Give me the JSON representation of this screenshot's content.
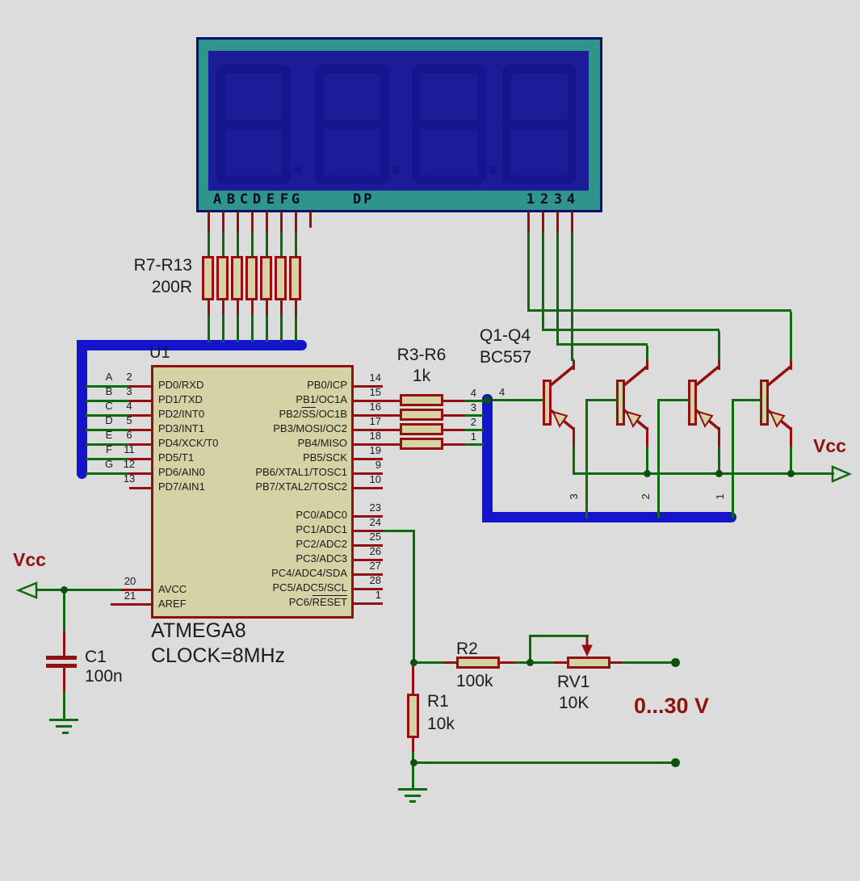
{
  "colors": {
    "background": "#dcdcdc",
    "wire_green": "#0d6b0d",
    "pin_red": "#941010",
    "component_fill": "#d5d2a6",
    "component_outline": "#941010",
    "bus_blue": "#1414cd",
    "display_frame": "#2e948c",
    "display_face": "#1c1c98",
    "display_ghost": "#15158d",
    "display_border": "#0b0b72",
    "display_text": "#0c0c20",
    "junction_green": "#0a520a",
    "label_black": "#1b1b1b",
    "power_red": "#8f1212"
  },
  "display": {
    "segment_labels": [
      "A",
      "B",
      "C",
      "D",
      "E",
      "F",
      "G"
    ],
    "dp_label": "DP",
    "digit_labels": [
      "1",
      "2",
      "3",
      "4"
    ],
    "digit_count": 4
  },
  "resistor_network": {
    "ref": "R7-R13",
    "value": "200R",
    "count": 7
  },
  "chip": {
    "ref": "U1",
    "part": "ATMEGA8",
    "clock": "CLOCK=8MHz",
    "left_pins": [
      {
        "num": "2",
        "name": "PD0/RXD",
        "net": "A"
      },
      {
        "num": "3",
        "name": "PD1/TXD",
        "net": "B"
      },
      {
        "num": "4",
        "name": "PD2/INT0",
        "net": "C"
      },
      {
        "num": "5",
        "name": "PD3/INT1",
        "net": "D"
      },
      {
        "num": "6",
        "name": "PD4/XCK/T0",
        "net": "E"
      },
      {
        "num": "11",
        "name": "PD5/T1",
        "net": "F"
      },
      {
        "num": "12",
        "name": "PD6/AIN0",
        "net": "G"
      },
      {
        "num": "13",
        "name": "PD7/AIN1",
        "net": ""
      }
    ],
    "power_pins": [
      {
        "num": "20",
        "name": "AVCC"
      },
      {
        "num": "21",
        "name": "AREF"
      }
    ],
    "right_pins_top": [
      {
        "num": "14",
        "name": "PB0/ICP"
      },
      {
        "num": "15",
        "name": "PB1/OC1A"
      },
      {
        "num": "16",
        "name": "PB2/[SS]/OC1B"
      },
      {
        "num": "17",
        "name": "PB3/MOSI/OC2"
      },
      {
        "num": "18",
        "name": "PB4/MISO"
      },
      {
        "num": "19",
        "name": "PB5/SCK"
      },
      {
        "num": "9",
        "name": "PB6/XTAL1/TOSC1"
      },
      {
        "num": "10",
        "name": "PB7/XTAL2/TOSC2"
      }
    ],
    "right_pins_bottom": [
      {
        "num": "23",
        "name": "PC0/ADC0"
      },
      {
        "num": "24",
        "name": "PC1/ADC1"
      },
      {
        "num": "25",
        "name": "PC2/ADC2"
      },
      {
        "num": "26",
        "name": "PC3/ADC3"
      },
      {
        "num": "27",
        "name": "PC4/ADC4/SDA"
      },
      {
        "num": "28",
        "name": "PC5/ADC5/SCL"
      },
      {
        "num": "1",
        "name": "PC6/[RESET]"
      }
    ]
  },
  "driver": {
    "resistors_ref": "R3-R6",
    "resistors_value": "1k",
    "transistors_ref": "Q1-Q4",
    "transistors_part": "BC557",
    "bus_wire_labels": [
      "4",
      "3",
      "2",
      "1"
    ],
    "base_wire_label": "4",
    "riser_labels": [
      "3",
      "2",
      "1"
    ]
  },
  "power": {
    "vcc_left": "Vcc",
    "vcc_right": "Vcc"
  },
  "analog": {
    "c1_ref": "C1",
    "c1_value": "100n",
    "r2_ref": "R2",
    "r2_value": "100k",
    "rv1_ref": "RV1",
    "rv1_value": "10K",
    "r1_ref": "R1",
    "r1_value": "10k",
    "input_range": "0...30 V"
  }
}
